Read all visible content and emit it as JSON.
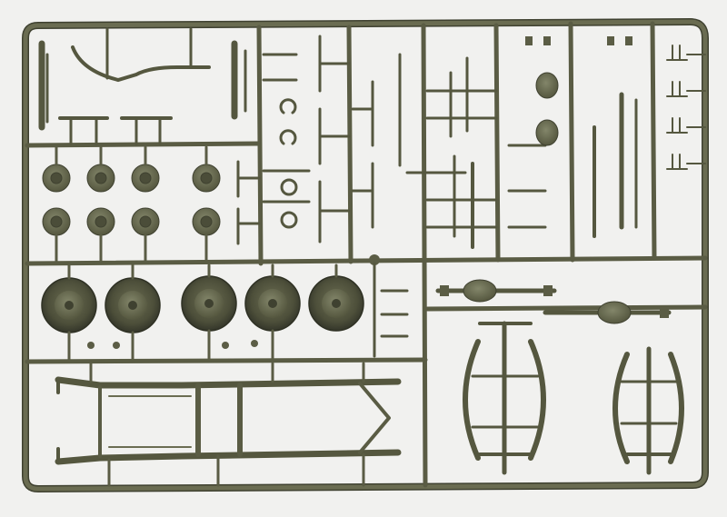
{
  "scene": {
    "subject": "model-kit-sprue",
    "colors": {
      "background": "#f1f1ef",
      "plastic": "#5e6048",
      "plastic_light": "#777a5e",
      "plastic_dark": "#3f4130",
      "shadow": "#d2d3cf"
    },
    "part_groups": {
      "small_wheels": 8,
      "large_wheels": 5,
      "axles": 2,
      "frame_rails": 2,
      "leaf_spring_sets": 2
    }
  }
}
